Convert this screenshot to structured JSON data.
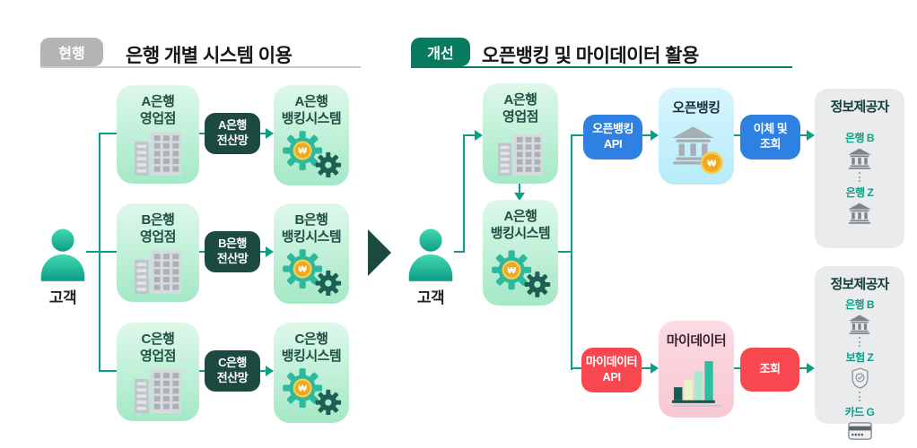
{
  "coin_symbol": "₩",
  "colors": {
    "teal": "#0c9f87",
    "dark": "#1d4a40",
    "blue": "#2e80e2",
    "red": "#f8474f",
    "badge-gray": "#b4b4b4",
    "brand-green": "#097a5e"
  },
  "left_section": {
    "badge": "현행",
    "title": "은행 개별 시스템 이용",
    "customer": "고객",
    "rows": [
      {
        "branch": "A은행\n영업점",
        "network": "A은행\n전산망",
        "system": "A은행\n뱅킹시스템"
      },
      {
        "branch": "B은행\n영업점",
        "network": "B은행\n전산망",
        "system": "B은행\n뱅킹시스템"
      },
      {
        "branch": "C은행\n영업점",
        "network": "C은행\n전산망",
        "system": "C은행\n뱅킹시스템"
      }
    ]
  },
  "right_section": {
    "badge": "개선",
    "title": "오픈뱅킹 및 마이데이터 활용",
    "customer": "고객",
    "branch": "A은행\n영업점",
    "system": "A은행\n뱅킹시스템",
    "open_banking": {
      "api": "오픈뱅킹\nAPI",
      "hub": "오픈뱅킹",
      "action": "이체 및\n조회",
      "providers": {
        "title": "정보제공자",
        "items": [
          {
            "label": "은행 B",
            "icon": "bank-icon"
          },
          {
            "label": "은행 Z",
            "icon": "bank-icon"
          }
        ]
      }
    },
    "mydata": {
      "api": "마이데이터\nAPI",
      "hub": "마이데이터",
      "action": "조회",
      "providers": {
        "title": "정보제공자",
        "items": [
          {
            "label": "은행 B",
            "icon": "bank-icon"
          },
          {
            "label": "보험 Z",
            "icon": "shield-icon"
          },
          {
            "label": "카드 G",
            "icon": "card-icon"
          }
        ]
      }
    }
  }
}
